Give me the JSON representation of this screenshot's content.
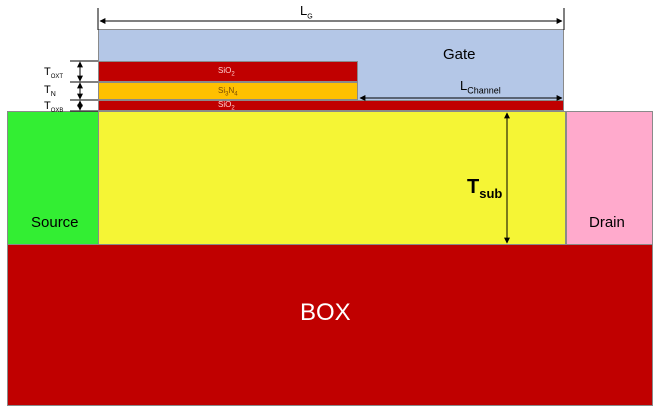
{
  "regions": {
    "gate": "Gate",
    "source": "Source",
    "drain": "Drain",
    "box": "BOX",
    "sio2_top": "SiO",
    "sio2_top_sub": "2",
    "si3n4": "Si",
    "si3n4_sub1": "3",
    "si3n4_mid": "N",
    "si3n4_sub2": "4",
    "sio2_bottom": "SiO",
    "sio2_bottom_sub": "2"
  },
  "dimensions": {
    "lg": "L",
    "lg_sub": "G",
    "lchannel": "L",
    "lchannel_sub": "Channel",
    "toxt": "T",
    "toxt_sub": "OXT",
    "tn": "T",
    "tn_sub": "N",
    "toxb": "T",
    "toxb_sub": "OXB",
    "tsub": "T",
    "tsub_sub": "sub"
  },
  "colors": {
    "gate": "#b4c7e7",
    "oxide": "#c00000",
    "nitride": "#ffc000",
    "substrate": "#f5f535",
    "source": "#33ee33",
    "drain": "#ffaacc",
    "box": "#c00000"
  }
}
